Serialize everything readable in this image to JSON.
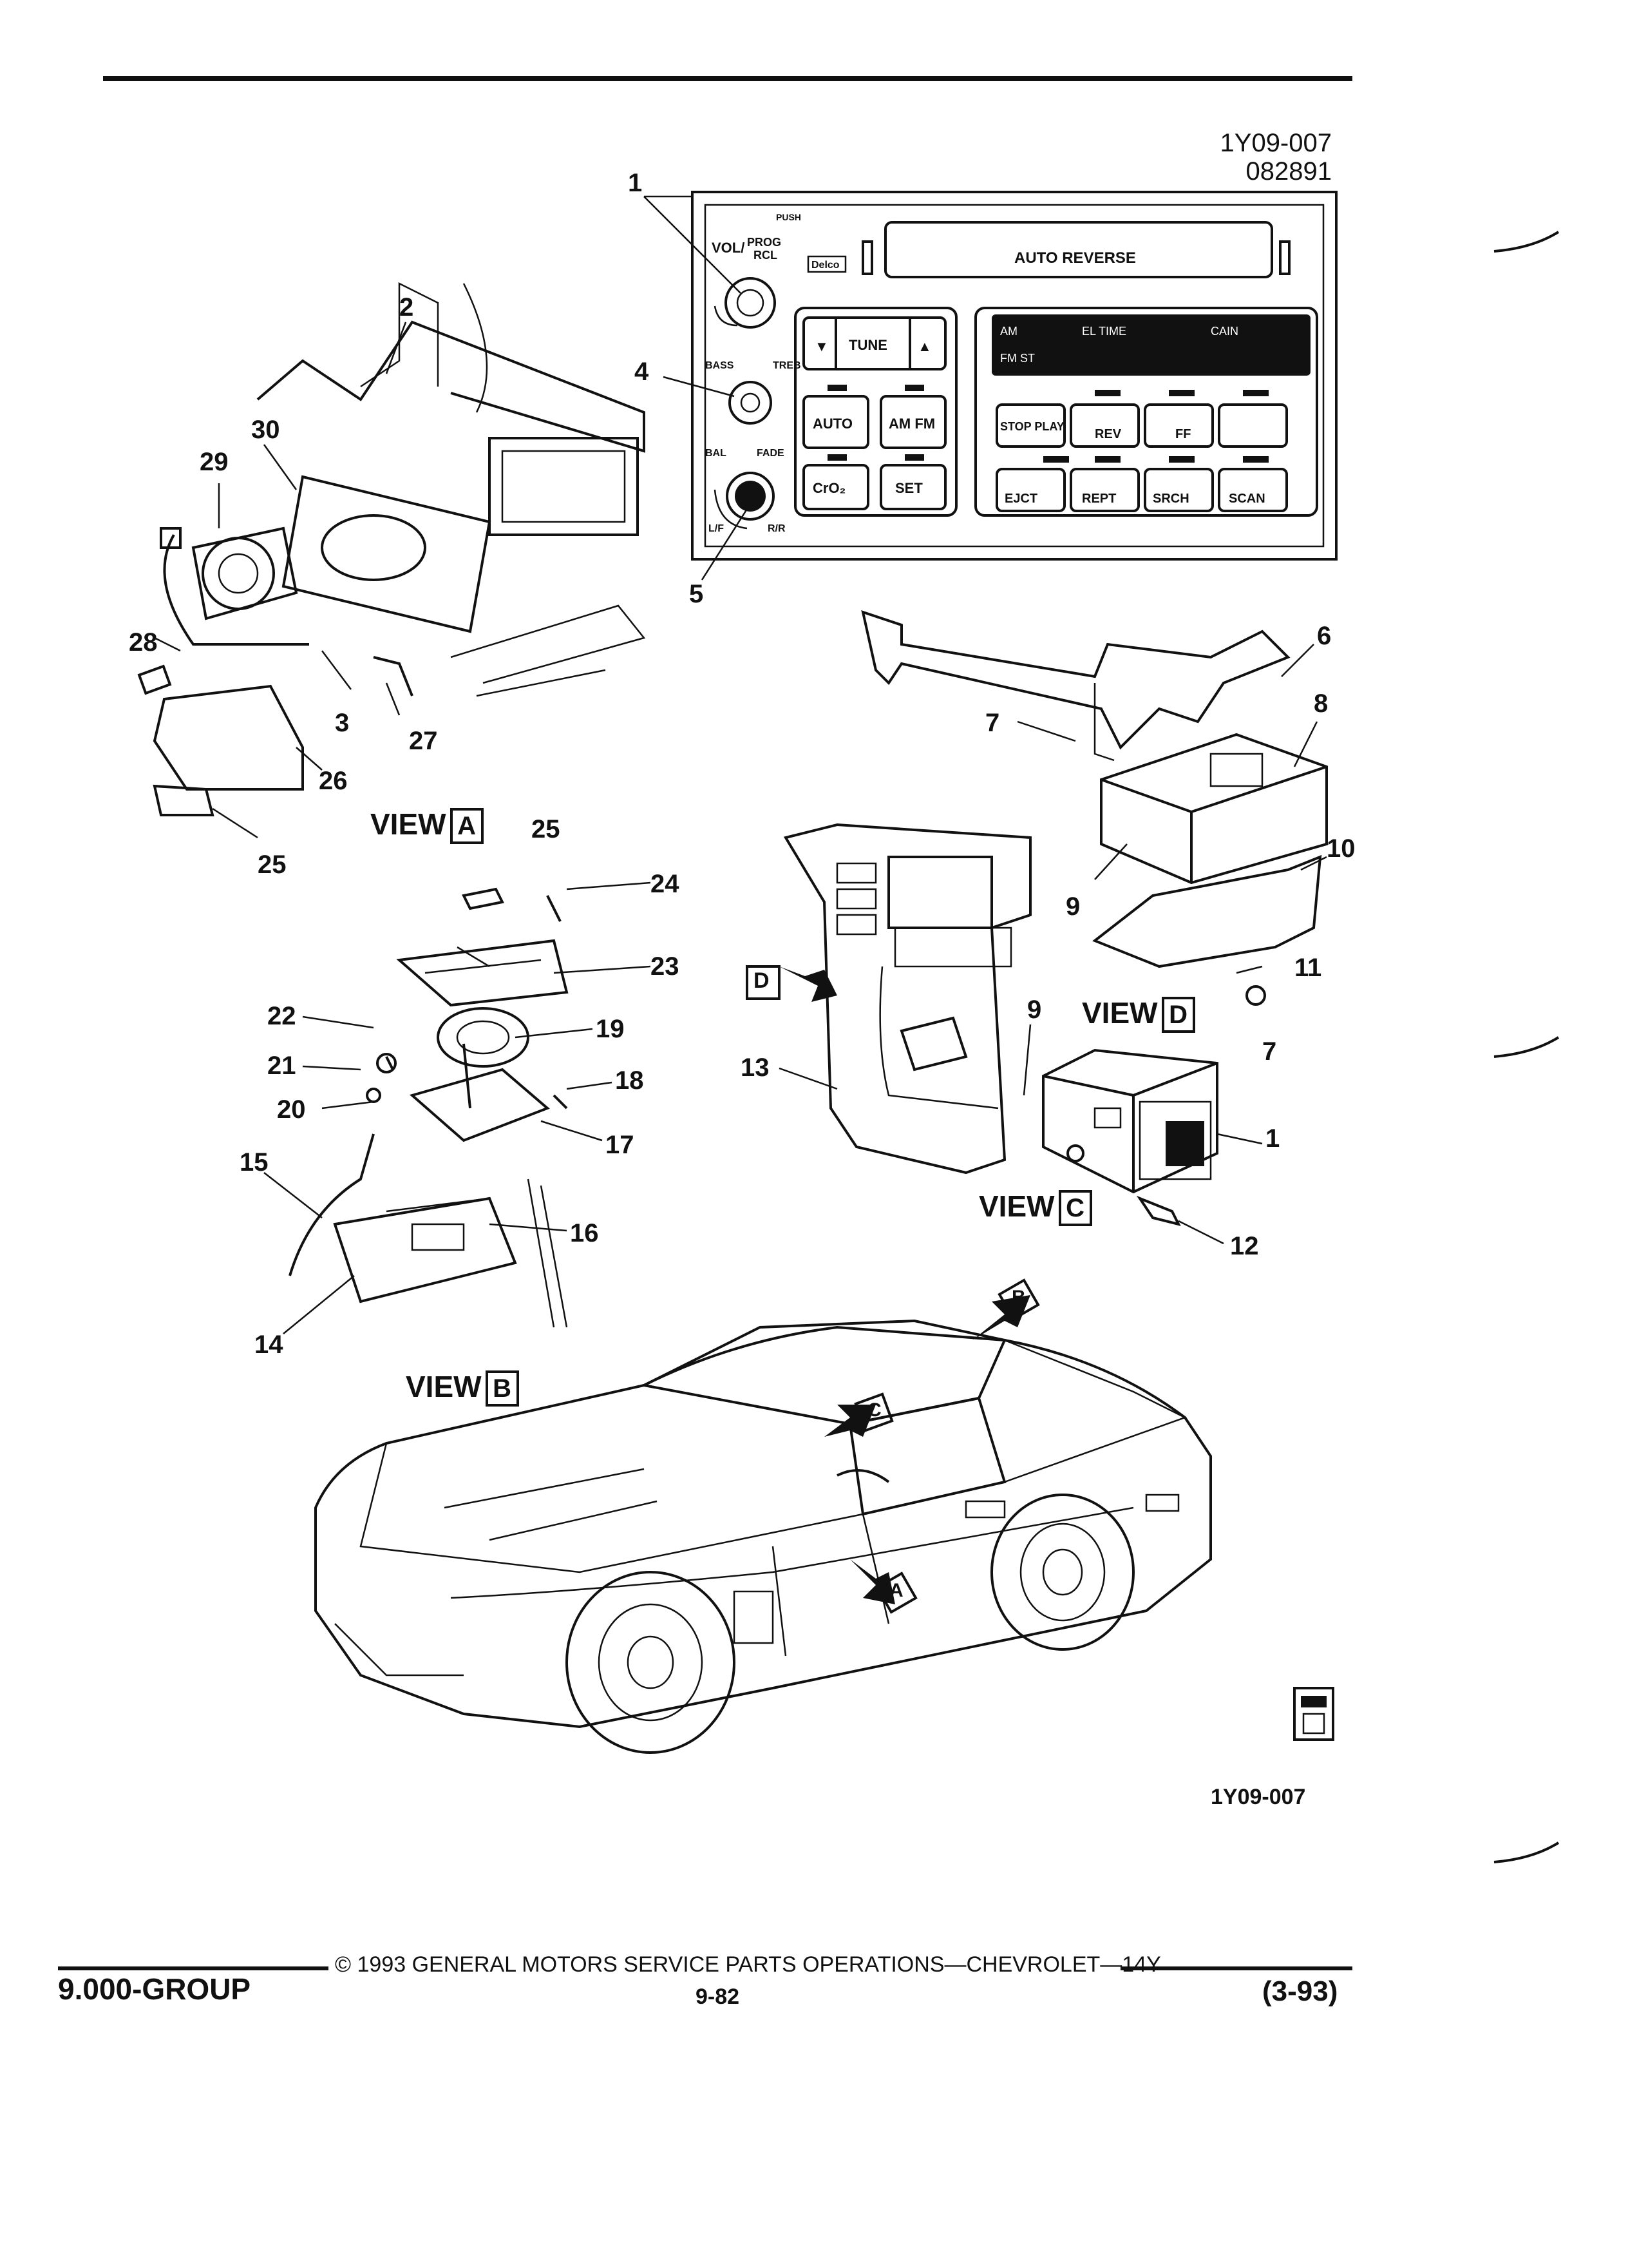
{
  "header": {
    "doc_id": "1Y09-007",
    "doc_date": "082891"
  },
  "radio_panel": {
    "vol_label": "VOL/",
    "push_label": "PUSH",
    "prog_label": "PROG",
    "rcl_label": "RCL",
    "brand": "Delco",
    "display_text": "AUTO REVERSE",
    "bass_label": "BASS",
    "treb_label": "TREB",
    "bal_label": "BAL",
    "fade_label": "FADE",
    "lf_label": "L/F",
    "rr_label": "R/R",
    "buttons": {
      "tune": "TUNE",
      "auto": "AUTO",
      "am_fm": "AM FM",
      "cro2": "CrO₂",
      "set": "SET",
      "stop_play": "STOP PLAY",
      "rev": "REV",
      "ff": "FF",
      "ejct": "EJCT",
      "rept": "REPT",
      "srch": "SRCH",
      "scan": "SCAN"
    },
    "lcd": {
      "am": "AM",
      "el_time": "EL TIME",
      "cain": "CAIN",
      "fm_st": "FM ST"
    }
  },
  "callouts": [
    "1",
    "2",
    "3",
    "4",
    "5",
    "6",
    "7",
    "8",
    "9",
    "10",
    "11",
    "12",
    "13",
    "14",
    "15",
    "16",
    "17",
    "18",
    "19",
    "20",
    "21",
    "22",
    "23",
    "24",
    "25",
    "26",
    "27",
    "28",
    "29",
    "30"
  ],
  "views": {
    "a": {
      "label": "VIEW",
      "letter": "A"
    },
    "b": {
      "label": "VIEW",
      "letter": "B"
    },
    "c": {
      "label": "VIEW",
      "letter": "C"
    },
    "d": {
      "label": "VIEW",
      "letter": "D"
    }
  },
  "arrows": {
    "a": "A",
    "b": "B",
    "c": "C",
    "d": "D"
  },
  "figure_id_bottom": "1Y09-007",
  "footer": {
    "group": "9.000-GROUP",
    "copyright": "© 1993 GENERAL MOTORS SERVICE PARTS OPERATIONS—CHEVROLET—14Y",
    "page": "9-82",
    "date": "(3-93)"
  }
}
